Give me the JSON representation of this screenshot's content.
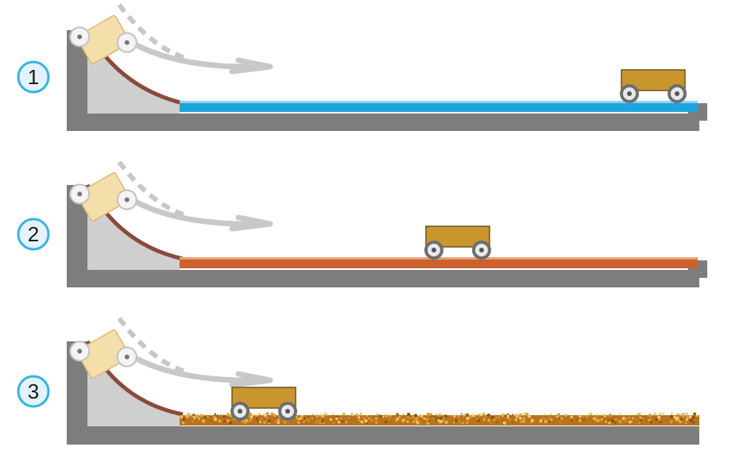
{
  "colors": {
    "frame": "#7d7d7d",
    "ramp_fill": "#cfcfcf",
    "ramp_curve": "#8a4a3c",
    "cart_body": "#c9962e",
    "cart_outline": "#6b5420",
    "ghost_cart": "#f4deaa",
    "wheel": "#6e6e6e",
    "badge_fill": "#e4f3fb",
    "badge_stroke": "#35b3e4"
  },
  "panels": [
    {
      "number": "1",
      "surface": "ice",
      "surface_color": "#1ea4dc"
    },
    {
      "number": "2",
      "surface": "wood",
      "surface_color": "#c9622c"
    },
    {
      "number": "3",
      "surface": "gravel",
      "surface_color": "#b9731f"
    }
  ]
}
